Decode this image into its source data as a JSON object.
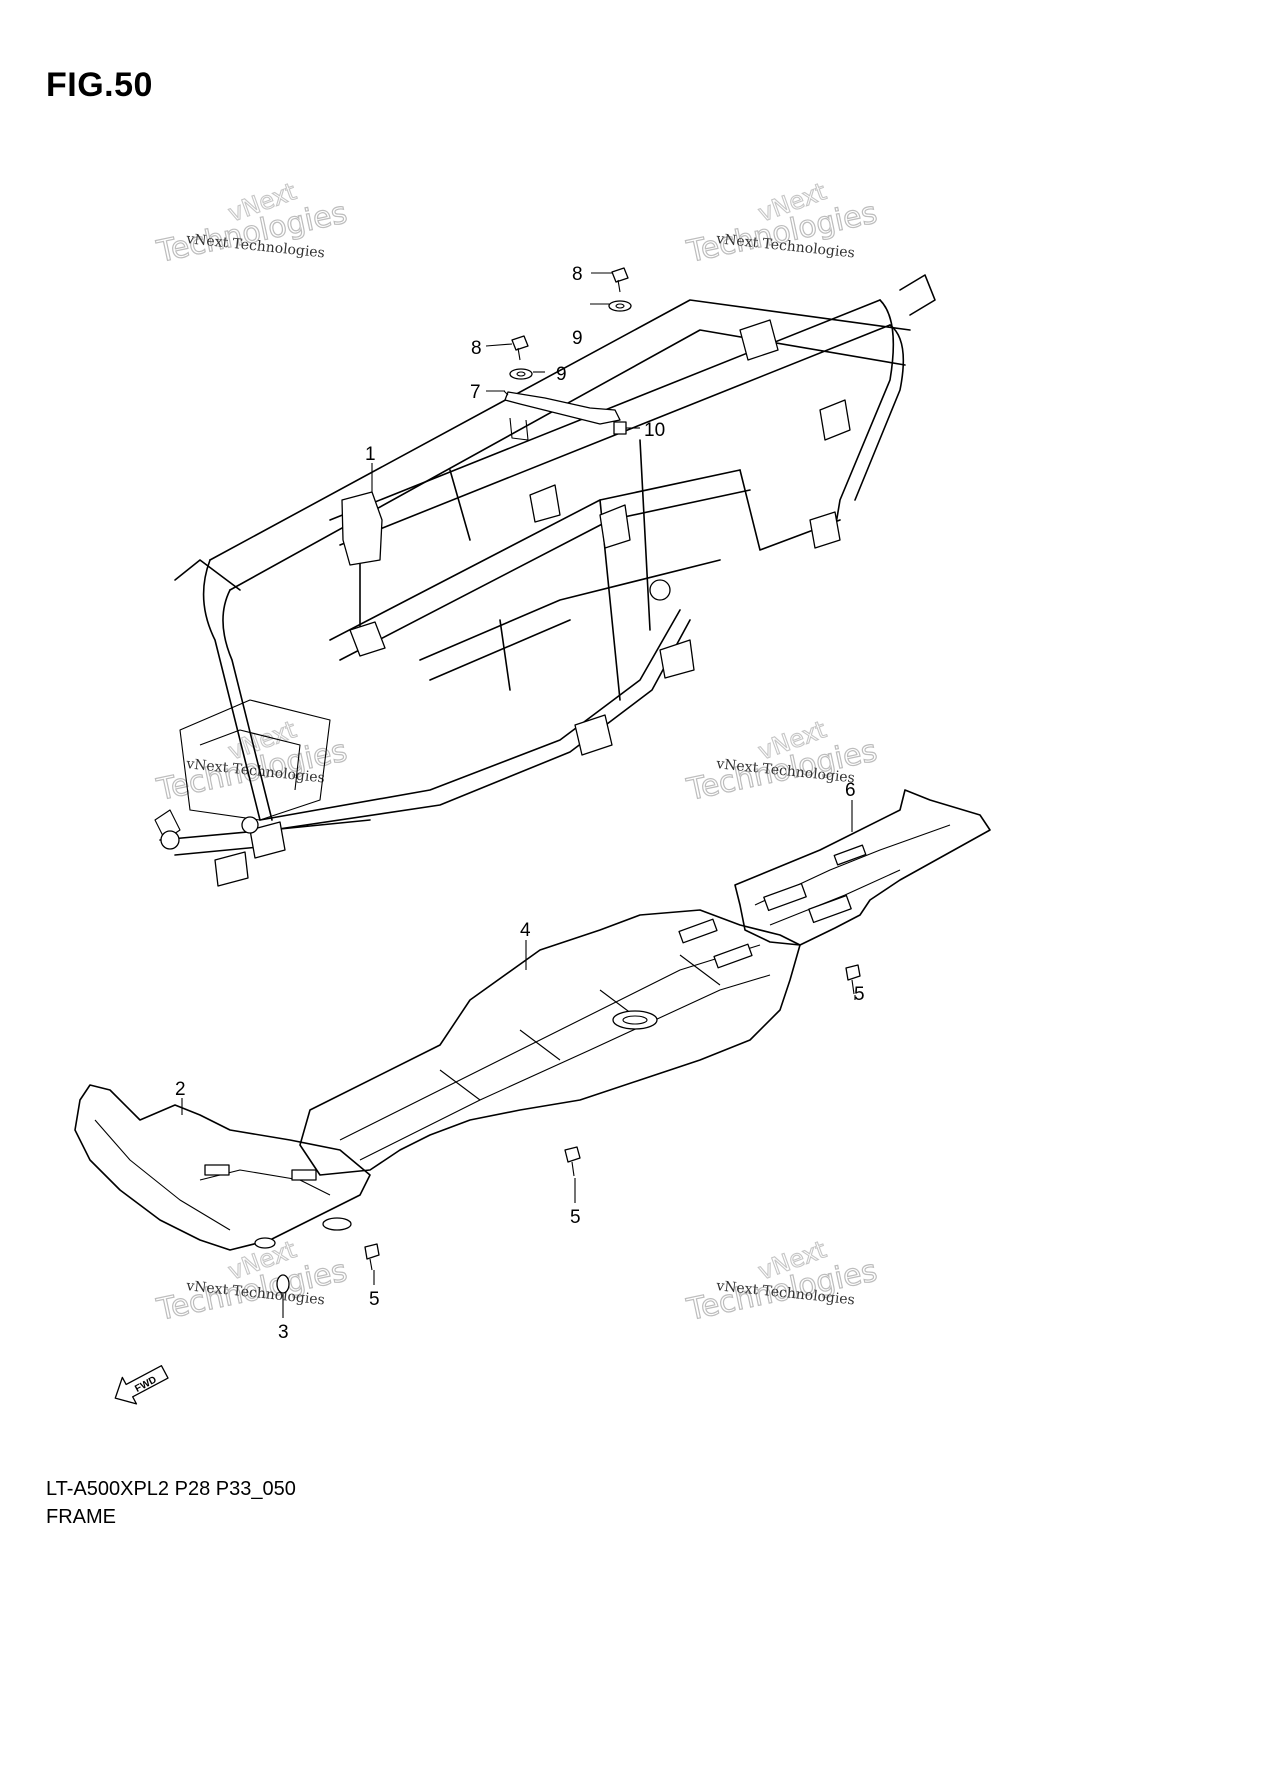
{
  "figure": {
    "title": "FIG.50",
    "model_code": "LT-A500XPL2 P28 P33_050",
    "name": "FRAME"
  },
  "callouts": {
    "c1": "1",
    "c2": "2",
    "c3": "3",
    "c4": "4",
    "c5a": "5",
    "c5b": "5",
    "c5c": "5",
    "c6": "6",
    "c7": "7",
    "c8a": "8",
    "c8b": "8",
    "c9a": "9",
    "c9b": "9",
    "c10": "10"
  },
  "fwd_arrow_label": "FWD",
  "watermark": {
    "line_small": "vNext Technologies",
    "line_big_1": "vNext",
    "line_big_2": "Technologies"
  }
}
